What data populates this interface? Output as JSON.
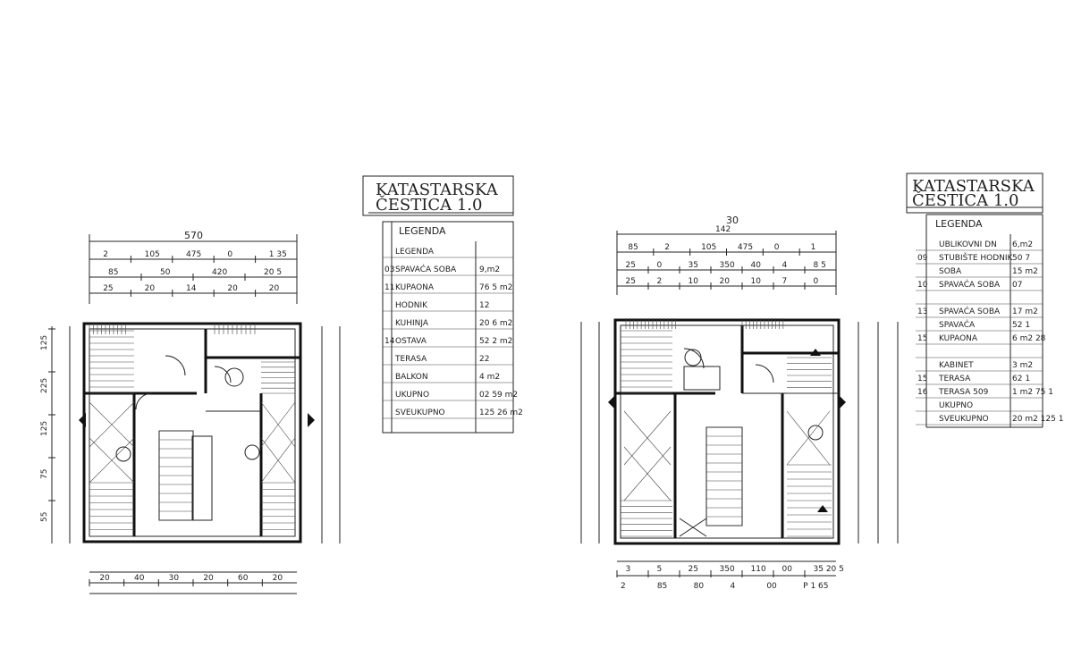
{
  "left_plan": {
    "title_lines": [
      "KATASTARSKA",
      "ČESTICA 1.0"
    ],
    "legend": {
      "heading": [
        "LEGENDA",
        "LEGENDA"
      ],
      "rows": [
        {
          "num": "",
          "name": "LEGENDA",
          "area": ""
        },
        {
          "num": "03",
          "name": "SPAVAĆA SOBA",
          "area": "9,m2"
        },
        {
          "num": "11",
          "name": "KUPAONA",
          "area": "76 5 m2"
        },
        {
          "num": "",
          "name": "HODNIK",
          "area": "12"
        },
        {
          "num": "",
          "name": "KUHINJA",
          "area": "20 6 m2"
        },
        {
          "num": "14",
          "name": "OSTAVA",
          "area": "52 2 m2"
        },
        {
          "num": "",
          "name": "TERASA",
          "area": "22"
        },
        {
          "num": "",
          "name": "BALKON",
          "area": "4 m2"
        },
        {
          "num": "",
          "name": "UKUPNO",
          "area": "02 59 m2"
        },
        {
          "num": "",
          "name": "SVEUKUPNO",
          "area": "125 26 m2"
        }
      ]
    },
    "dims_top": {
      "overall": "570",
      "row1": [
        "2",
        "105",
        "475",
        "0",
        "1 35"
      ],
      "row2": [
        "85",
        "50",
        "420",
        "20 5"
      ],
      "row3": [
        "25",
        "20",
        "14",
        "20",
        "20"
      ]
    },
    "dims_left": [
      "125",
      "225",
      "125",
      "75",
      "55"
    ],
    "dims_bottom": [
      "20",
      "40",
      "30",
      "20",
      "60",
      "20"
    ]
  },
  "right_plan": {
    "title_lines": [
      "KATASTARSKA",
      "ČESTICA 1.0"
    ],
    "legend": {
      "heading": [
        "LEGENDA"
      ],
      "rows": [
        {
          "num": "",
          "name": "UBLIKOVNI DN",
          "area": "6,m2"
        },
        {
          "num": "09",
          "name": "STUBIŠTE HODNIK",
          "area": "50 7"
        },
        {
          "num": "",
          "name": "SOBA",
          "area": "15 m2"
        },
        {
          "num": "10",
          "name": "SPAVAĆA SOBA",
          "area": "07"
        },
        {
          "num": "",
          "name": "",
          "area": ""
        },
        {
          "num": "13",
          "name": "SPAVAĆA SOBA",
          "area": "17 m2"
        },
        {
          "num": "",
          "name": "SPAVAĆA",
          "area": "52 1"
        },
        {
          "num": "15",
          "name": "KUPAONA",
          "area": "6 m2 28"
        },
        {
          "num": "",
          "name": "",
          "area": ""
        },
        {
          "num": "",
          "name": "KABINET",
          "area": "3 m2"
        },
        {
          "num": "15",
          "name": "TERASA",
          "area": "62 1"
        },
        {
          "num": "16",
          "name": "TERASA 509",
          "area": "1 m2 75 1"
        },
        {
          "num": "",
          "name": "UKUPNO",
          "area": ""
        },
        {
          "num": "",
          "name": "SVEUKUPNO",
          "area": "20 m2 125 1"
        }
      ]
    },
    "dims_top": {
      "overall": "30",
      "row0": "142",
      "row1": [
        "85",
        "2",
        "105",
        "475",
        "0",
        "1"
      ],
      "row2": [
        "25",
        "0",
        "35",
        "350",
        "40",
        "4",
        "8 5"
      ],
      "row3": [
        "25",
        "2",
        "10",
        "20",
        "10",
        "7",
        "0"
      ]
    },
    "dims_bottom": {
      "row1": [
        "3",
        "5",
        "25",
        "350",
        "110",
        "00",
        "35 20 5"
      ],
      "row2": [
        "2",
        "85",
        "80",
        "4",
        "00",
        "P 1 65"
      ]
    }
  }
}
